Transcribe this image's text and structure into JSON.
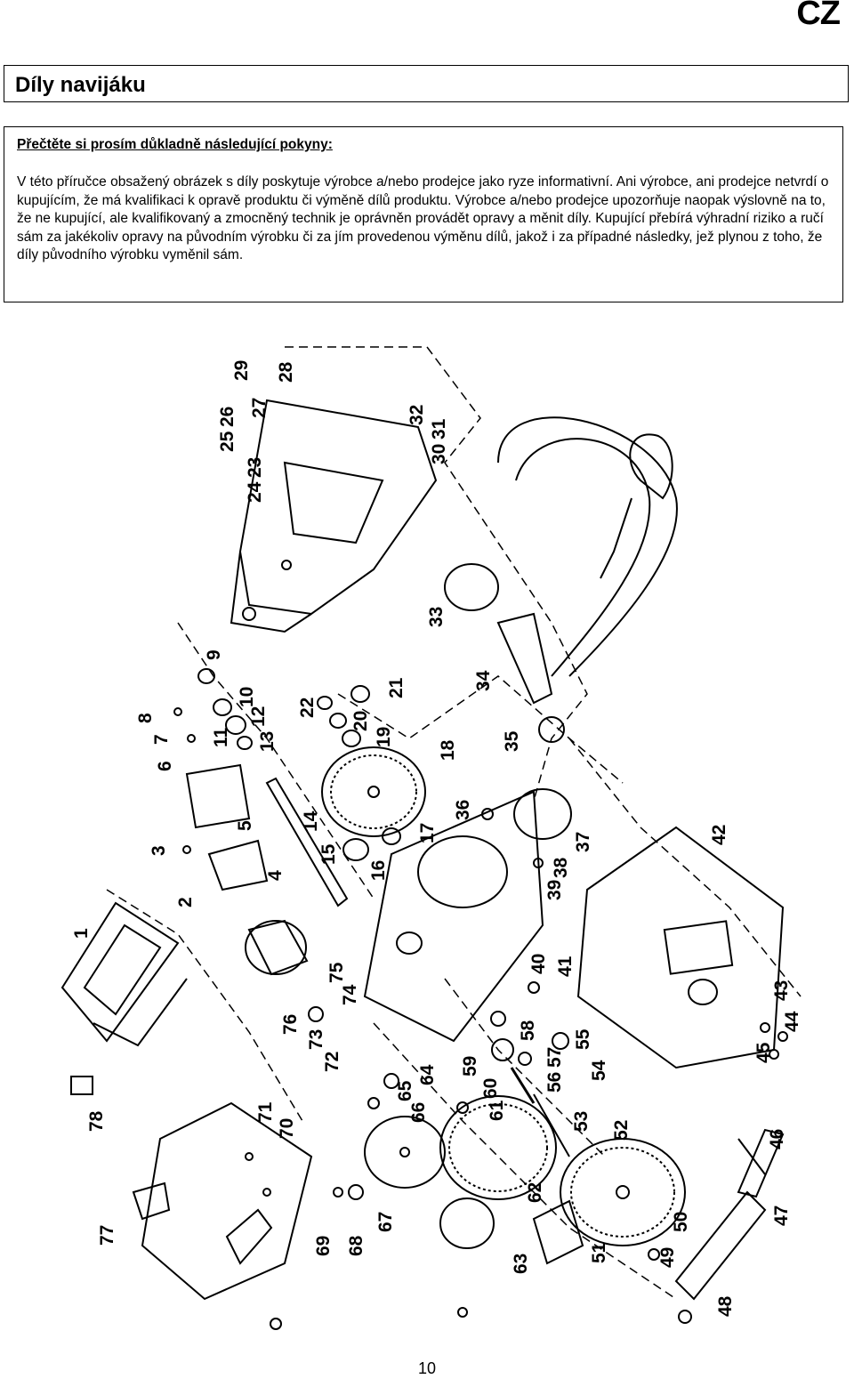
{
  "header": {
    "language_code": "CZ"
  },
  "title": "Díly navijáku",
  "notice": {
    "heading": "Přečtěte si prosím důkladně následující pokyny:",
    "text": "V této příručce obsažený obrázek s díly poskytuje výrobce a/nebo prodejce jako ryze informativní. Ani výrobce, ani prodejce netvrdí o kupujícím, že má kvalifikaci k opravě produktu či výměně dílů produktu. Výrobce a/nebo prodejce upozorňuje naopak výslovně na to, že ne kupující, ale kvalifikovaný a zmocněný technik je oprávněn provádět opravy a měnit díly. Kupující přebírá výhradní riziko a ručí sám za jakékoliv opravy na původním výrobku či za jím provedenou výměnu dílů, jakož i za případné následky, jež plynou z toho, že díly původního výrobku vyměnil sám."
  },
  "diagram": {
    "part_labels": [
      "1",
      "2",
      "3",
      "4",
      "5",
      "6",
      "7",
      "8",
      "9",
      "10",
      "11",
      "12",
      "13",
      "14",
      "15",
      "16",
      "17",
      "18",
      "19",
      "20",
      "21",
      "22",
      "23",
      "24",
      "25",
      "26",
      "27",
      "28",
      "29",
      "30",
      "31",
      "32",
      "33",
      "34",
      "35",
      "36",
      "37",
      "38",
      "39",
      "40",
      "41",
      "42",
      "43",
      "44",
      "45",
      "46",
      "47",
      "48",
      "49",
      "50",
      "51",
      "52",
      "53",
      "54",
      "55",
      "56",
      "57",
      "58",
      "59",
      "60",
      "61",
      "62",
      "63",
      "64",
      "65",
      "66",
      "67",
      "68",
      "69",
      "70",
      "71",
      "72",
      "73",
      "74",
      "75",
      "76",
      "77",
      "78"
    ]
  },
  "footer": {
    "page_number": "10"
  }
}
